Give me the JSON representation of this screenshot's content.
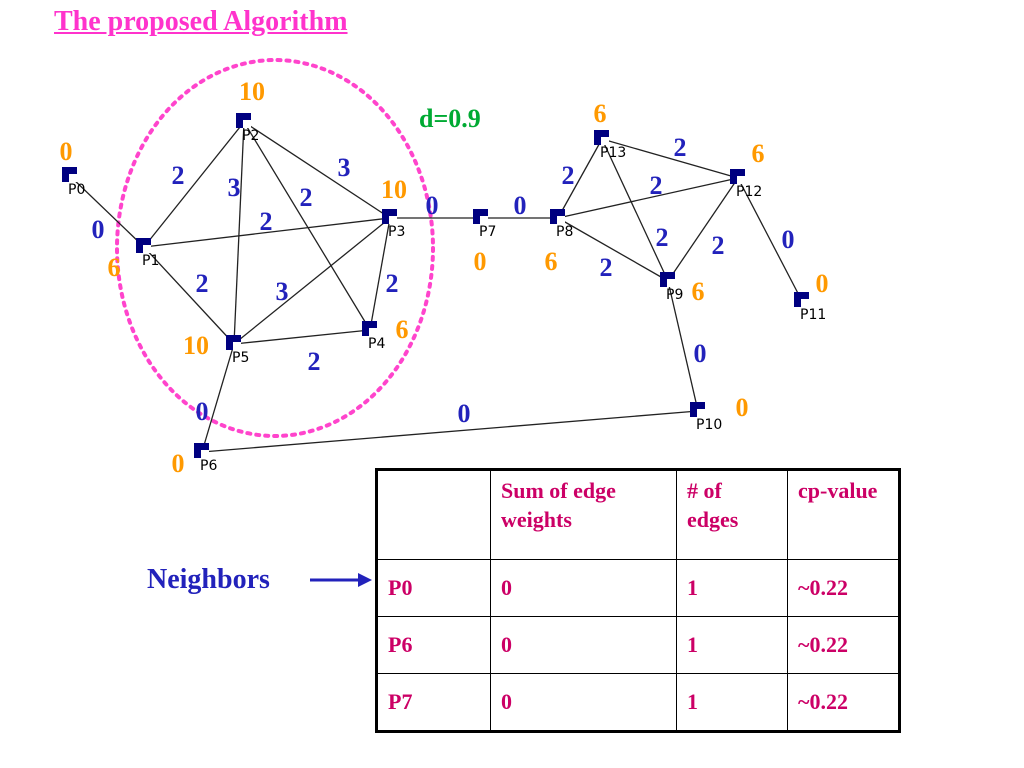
{
  "title": "The proposed Algorithm",
  "parameter": "d=0.9",
  "neighbors_label": "Neighbors",
  "colors": {
    "title": "#ff33cc",
    "cp_value": "#ff9900",
    "edge_weight": "#2222bb",
    "parameter": "#00aa33",
    "cluster_outline": "#ff44cc",
    "node": "#000080",
    "table_text": "#cc0066"
  },
  "graph": {
    "nodes": [
      {
        "id": "P0",
        "cp": "0"
      },
      {
        "id": "P1",
        "cp": "6"
      },
      {
        "id": "P2",
        "cp": "10"
      },
      {
        "id": "P3",
        "cp": "10"
      },
      {
        "id": "P4",
        "cp": "6"
      },
      {
        "id": "P5",
        "cp": "10"
      },
      {
        "id": "P6",
        "cp": "0"
      },
      {
        "id": "P7",
        "cp": "0"
      },
      {
        "id": "P8",
        "cp": "6"
      },
      {
        "id": "P9",
        "cp": "6"
      },
      {
        "id": "P10",
        "cp": "0"
      },
      {
        "id": "P11",
        "cp": "0"
      },
      {
        "id": "P12",
        "cp": "6"
      },
      {
        "id": "P13",
        "cp": "6"
      }
    ],
    "edges": [
      {
        "from": "P0",
        "to": "P1",
        "weight": "0"
      },
      {
        "from": "P1",
        "to": "P2",
        "weight": "2"
      },
      {
        "from": "P1",
        "to": "P3",
        "weight": "2"
      },
      {
        "from": "P1",
        "to": "P5",
        "weight": "2"
      },
      {
        "from": "P2",
        "to": "P3",
        "weight": "3"
      },
      {
        "from": "P2",
        "to": "P5",
        "weight": "3"
      },
      {
        "from": "P2",
        "to": "P4",
        "weight": "2"
      },
      {
        "from": "P3",
        "to": "P5",
        "weight": "3"
      },
      {
        "from": "P3",
        "to": "P4",
        "weight": "2"
      },
      {
        "from": "P5",
        "to": "P4",
        "weight": "2"
      },
      {
        "from": "P3",
        "to": "P7",
        "weight": "0"
      },
      {
        "from": "P7",
        "to": "P8",
        "weight": "0"
      },
      {
        "from": "P5",
        "to": "P6",
        "weight": "0"
      },
      {
        "from": "P6",
        "to": "P10",
        "weight": "0"
      },
      {
        "from": "P8",
        "to": "P13",
        "weight": "2"
      },
      {
        "from": "P8",
        "to": "P12",
        "weight": "2"
      },
      {
        "from": "P8",
        "to": "P9",
        "weight": "2"
      },
      {
        "from": "P13",
        "to": "P12",
        "weight": "2"
      },
      {
        "from": "P13",
        "to": "P9",
        "weight": "2"
      },
      {
        "from": "P9",
        "to": "P12",
        "weight": "2"
      },
      {
        "from": "P12",
        "to": "P11",
        "weight": "0"
      },
      {
        "from": "P9",
        "to": "P10",
        "weight": "0"
      }
    ]
  },
  "table": {
    "headers": [
      "",
      "Sum of edge weights",
      "# of edges",
      "cp-value"
    ],
    "rows": [
      [
        "P0",
        "0",
        "1",
        "~0.22"
      ],
      [
        "P6",
        "0",
        "1",
        "~0.22"
      ],
      [
        "P7",
        "0",
        "1",
        "~0.22"
      ]
    ]
  }
}
